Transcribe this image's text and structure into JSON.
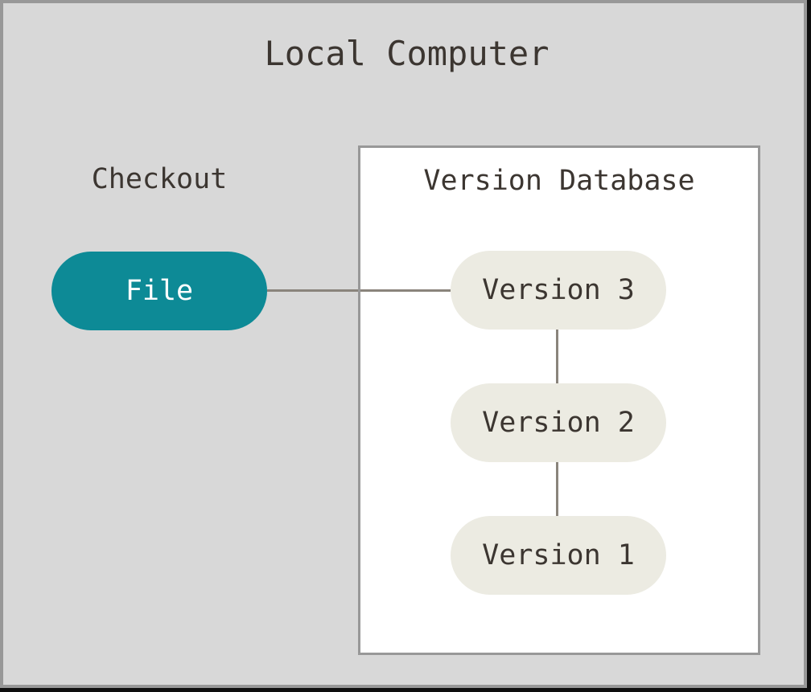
{
  "diagram": {
    "title": "Local Computer",
    "checkout": {
      "label": "Checkout",
      "file_node": "File"
    },
    "version_database": {
      "title": "Version Database",
      "versions": [
        "Version 3",
        "Version 2",
        "Version 1"
      ]
    },
    "edges": [
      {
        "from": "File",
        "to": "Version 3"
      },
      {
        "from": "Version 3",
        "to": "Version 2"
      },
      {
        "from": "Version 2",
        "to": "Version 1"
      }
    ],
    "colors": {
      "window_background": "#d8d8d8",
      "window_border": "#989898",
      "shadow_edge": "#0e0e0e",
      "database_box_background": "#ffffff",
      "database_box_border": "#989898",
      "file_pill_background": "#0d8a96",
      "file_pill_text": "#ffffff",
      "version_pill_background": "#ecebe2",
      "text": "#3c3631",
      "connector_line": "#8a847c"
    }
  }
}
